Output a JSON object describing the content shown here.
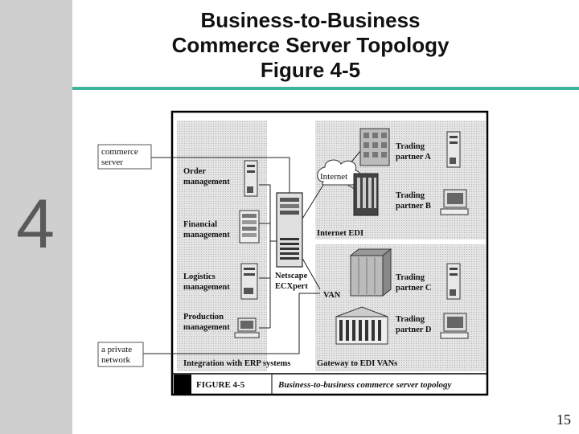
{
  "slide": {
    "title_lines": [
      "Business-to-Business",
      "Commerce Server Topology",
      "Figure 4-5"
    ],
    "chapter_number": "4",
    "page_number": "15"
  },
  "figure": {
    "callouts": {
      "commerce_server": [
        "commerce",
        "server"
      ],
      "private_network": [
        "a private",
        "network"
      ]
    },
    "left_panel": {
      "systems": [
        {
          "name": "order",
          "lines": [
            "Order",
            "management"
          ]
        },
        {
          "name": "financial",
          "lines": [
            "Financial",
            "management"
          ]
        },
        {
          "name": "logistics",
          "lines": [
            "Logistics",
            "management"
          ]
        },
        {
          "name": "production",
          "lines": [
            "Production",
            "management"
          ]
        }
      ],
      "server_lines": [
        "Netscape",
        "ECXpert"
      ],
      "footer": "Integration with ERP systems"
    },
    "top_panel": {
      "cloud_label": "Internet",
      "partners": [
        [
          "Trading",
          "partner A"
        ],
        [
          "Trading",
          "partner B"
        ]
      ],
      "footer": "Internet EDI"
    },
    "bottom_panel": {
      "van_label": "VAN",
      "partners": [
        [
          "Trading",
          "partner C"
        ],
        [
          "Trading",
          "partner D"
        ]
      ],
      "footer": "Gateway to EDI VANs"
    },
    "caption": {
      "number": "FIGURE 4-5",
      "text": "Business-to-business commerce server topology"
    }
  },
  "colors": {
    "sidebar": "#cfcfcf",
    "title_rule": "#3cb49a",
    "panel_fill": "#d9d9d9"
  }
}
